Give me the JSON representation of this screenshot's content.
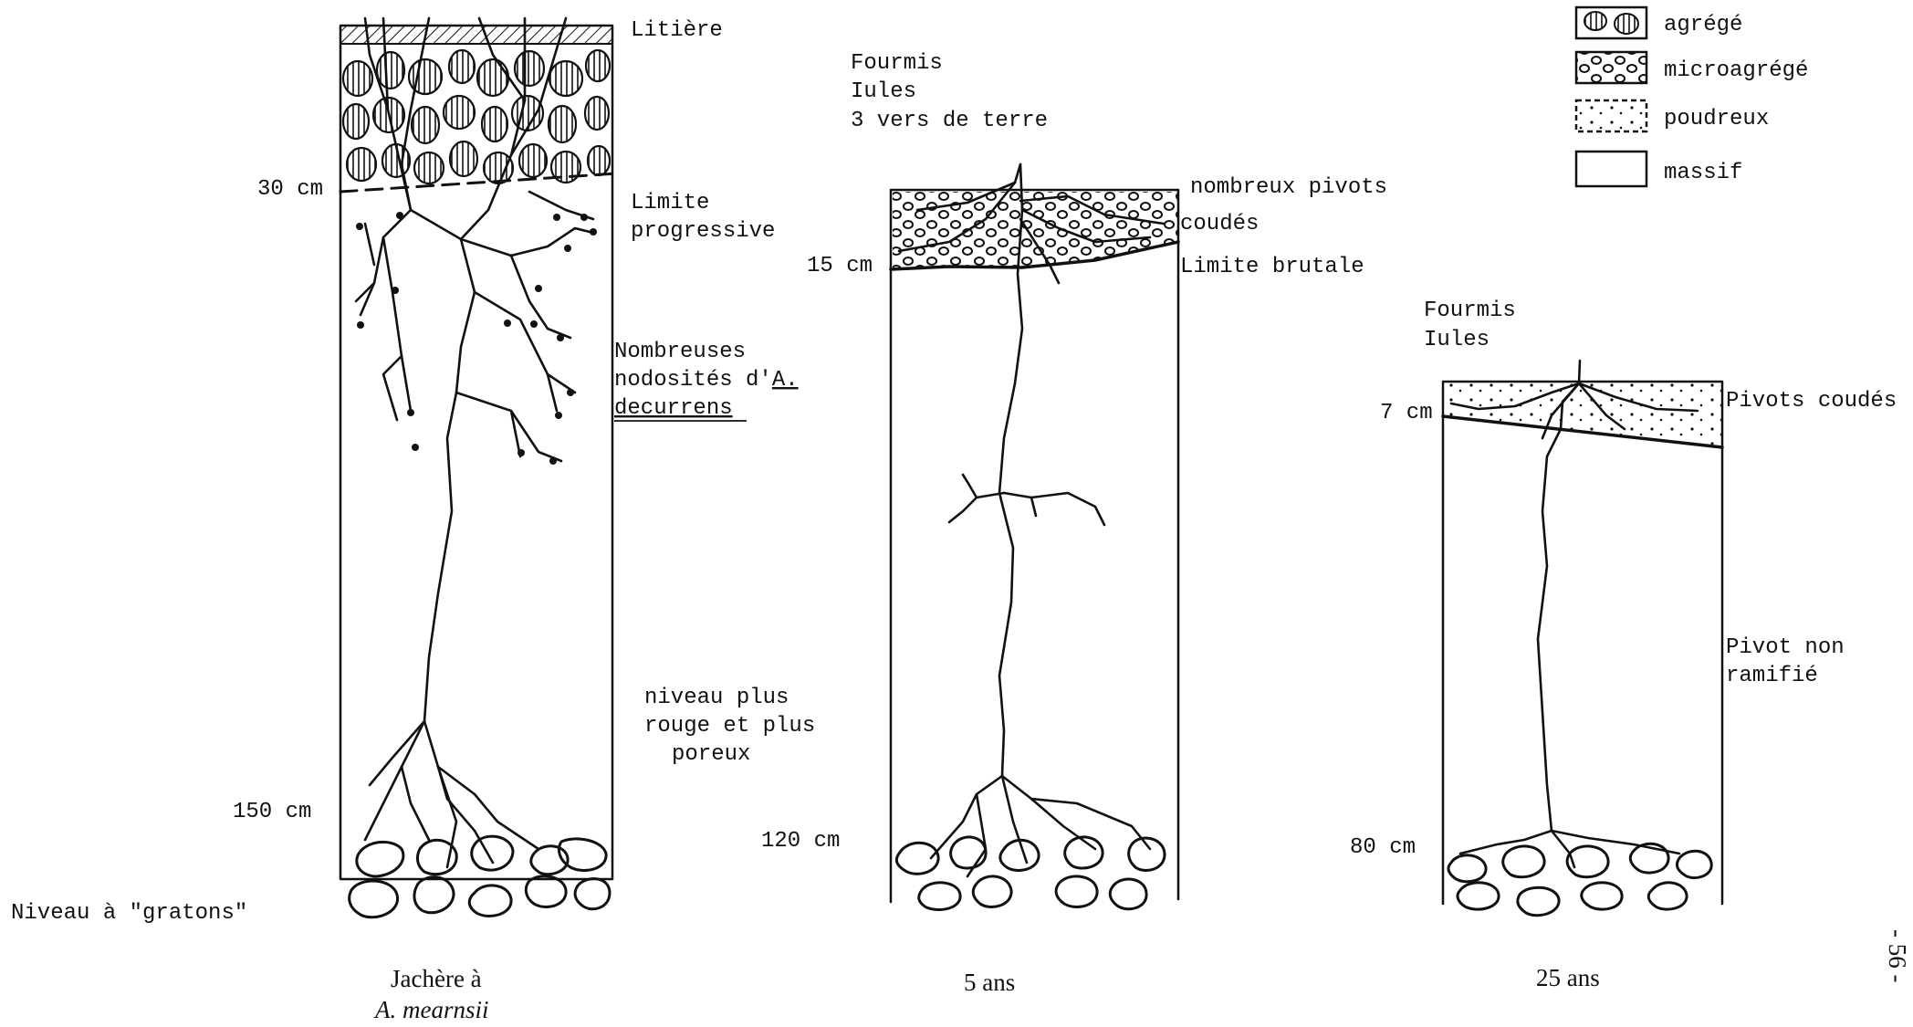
{
  "profile1": {
    "litiere": "Litière",
    "depth_top": "30 cm",
    "limit_line1": "Limite",
    "limit_line2": "progressive",
    "nod_line1": "Nombreuses",
    "nod_line2": "nodosités d'",
    "nod_line2_u": "A.",
    "nod_line3": "decurrens",
    "rouge_line1": "niveau  plus",
    "rouge_line2": "rouge et plus",
    "rouge_line3": "poreux",
    "depth_bottom": "150 cm",
    "gratons": "Niveau à \"gratons\"",
    "caption1": "Jachère à",
    "caption2": "A. mearnsii"
  },
  "profile2": {
    "fauna1": "Fourmis",
    "fauna2": "Iules",
    "fauna3": "3 vers de terre",
    "pivots1": "nombreux pivots",
    "pivots2": "coudés",
    "limit": "Limite brutale",
    "depth_top": "15 cm",
    "depth_bottom": "120 cm",
    "caption": "5 ans"
  },
  "profile3": {
    "fauna1": "Fourmis",
    "fauna2": "Iules",
    "pivots": "Pivots coudés",
    "depth_top": "7 cm",
    "pivot_nr1": "Pivot non",
    "pivot_nr2": "ramifié",
    "depth_bottom": "80 cm",
    "caption": "25 ans"
  },
  "legend": {
    "items": [
      {
        "label": "agrégé",
        "pattern": "aggregate"
      },
      {
        "label": "microagrégé",
        "pattern": "micro"
      },
      {
        "label": "poudreux",
        "pattern": "powder"
      },
      {
        "label": "massif",
        "pattern": "massive"
      }
    ]
  },
  "page_number": "- 56 -"
}
